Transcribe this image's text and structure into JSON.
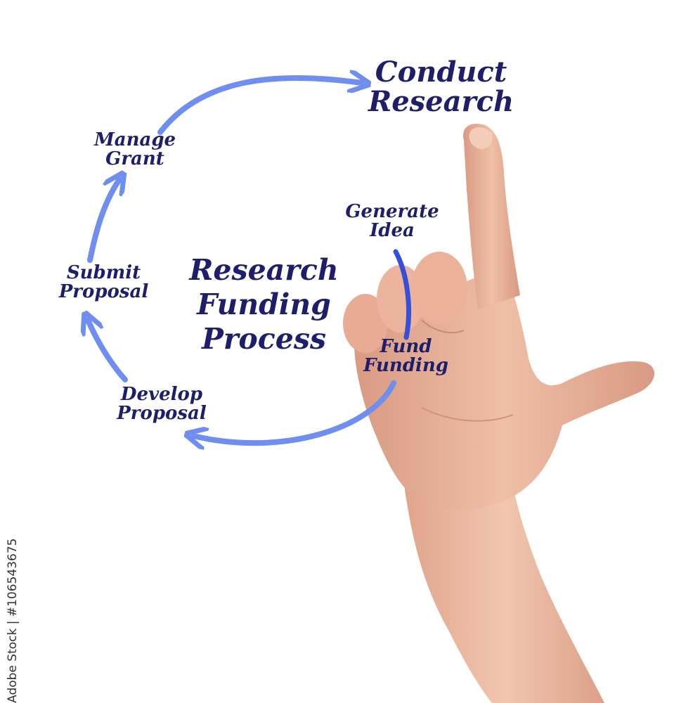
{
  "diagram": {
    "title": "Research\nFunding\nProcess",
    "steps": [
      {
        "id": "generate",
        "label": "Generate\nIdea"
      },
      {
        "id": "fund",
        "label": "Fund\nFunding"
      },
      {
        "id": "develop",
        "label": "Develop\nProposal"
      },
      {
        "id": "submit",
        "label": "Submit\nProposal"
      },
      {
        "id": "manage",
        "label": "Manage\nGrant"
      },
      {
        "id": "conduct",
        "label": "Conduct\nResearch"
      }
    ],
    "arrow_color": "#6f8ef0",
    "arrow_color_dark": "#3450d8",
    "text_color": "#1d1f6b"
  },
  "watermark": {
    "stock_id": "Adobe Stock | #106543675"
  }
}
